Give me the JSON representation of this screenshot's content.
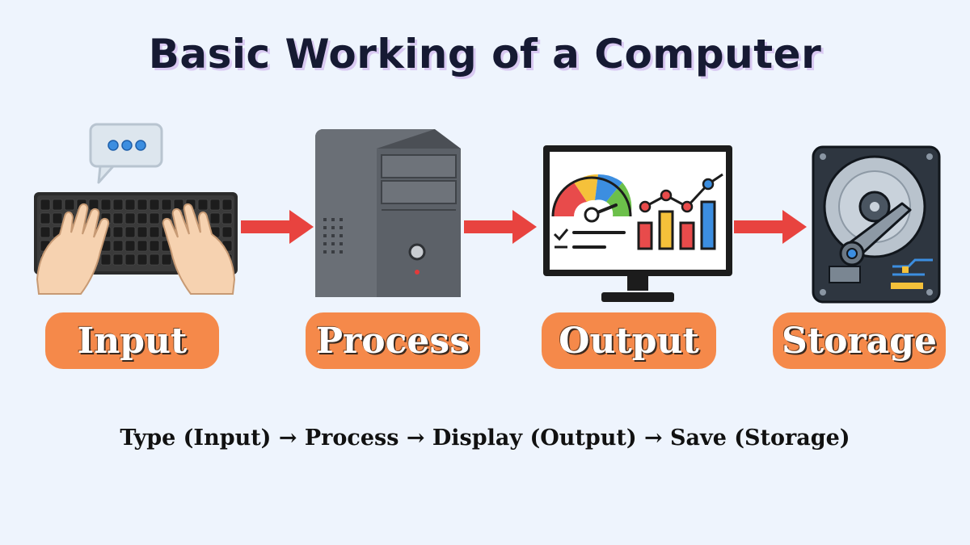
{
  "title": "Basic Working of a Computer",
  "steps": [
    {
      "label": "Input",
      "icon": "keyboard-hands-icon"
    },
    {
      "label": "Process",
      "icon": "cpu-tower-icon"
    },
    {
      "label": "Output",
      "icon": "monitor-dashboard-icon"
    },
    {
      "label": "Storage",
      "icon": "hard-drive-icon"
    }
  ],
  "caption": "Type (Input) → Process → Display (Output) → Save (Storage)",
  "colors": {
    "background": "#EEF4FD",
    "pill": "#F5894A",
    "arrow": "#E8433F",
    "title": "#161A33"
  }
}
